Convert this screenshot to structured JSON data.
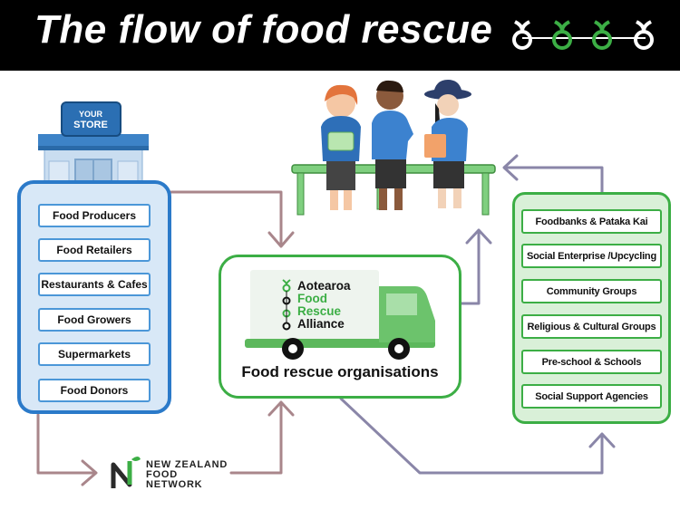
{
  "title": "The flow of food rescue",
  "store_sign": [
    "YOUR",
    "STORE"
  ],
  "sources": [
    "Food Producers",
    "Food Retailers",
    "Restaurants & Cafes",
    "Food Growers",
    "Supermarkets",
    "Food Donors"
  ],
  "center": {
    "alliance_lines": [
      "Aotearoa",
      "Food",
      "Rescue",
      "Alliance"
    ],
    "label": "Food rescue organisations"
  },
  "recipients": [
    "Foodbanks & Pataka Kai",
    "Social Enterprise /Upcycling",
    "Community Groups",
    "Religious & Cultural Groups",
    "Pre-school & Schools",
    "Social Support Agencies"
  ],
  "network_logo": [
    "NEW ZEALAND",
    "FOOD",
    "NETWORK"
  ],
  "colors": {
    "header_bg": "#000000",
    "source_border": "#2b7ac9",
    "source_fill": "#d8e8f7",
    "rescue_green": "#3cae45",
    "recipient_fill": "#d9f0d8",
    "arrow_mauve": "#a9868b",
    "arrow_purple": "#8a86a8",
    "bench_green": "#7fcf7f"
  }
}
